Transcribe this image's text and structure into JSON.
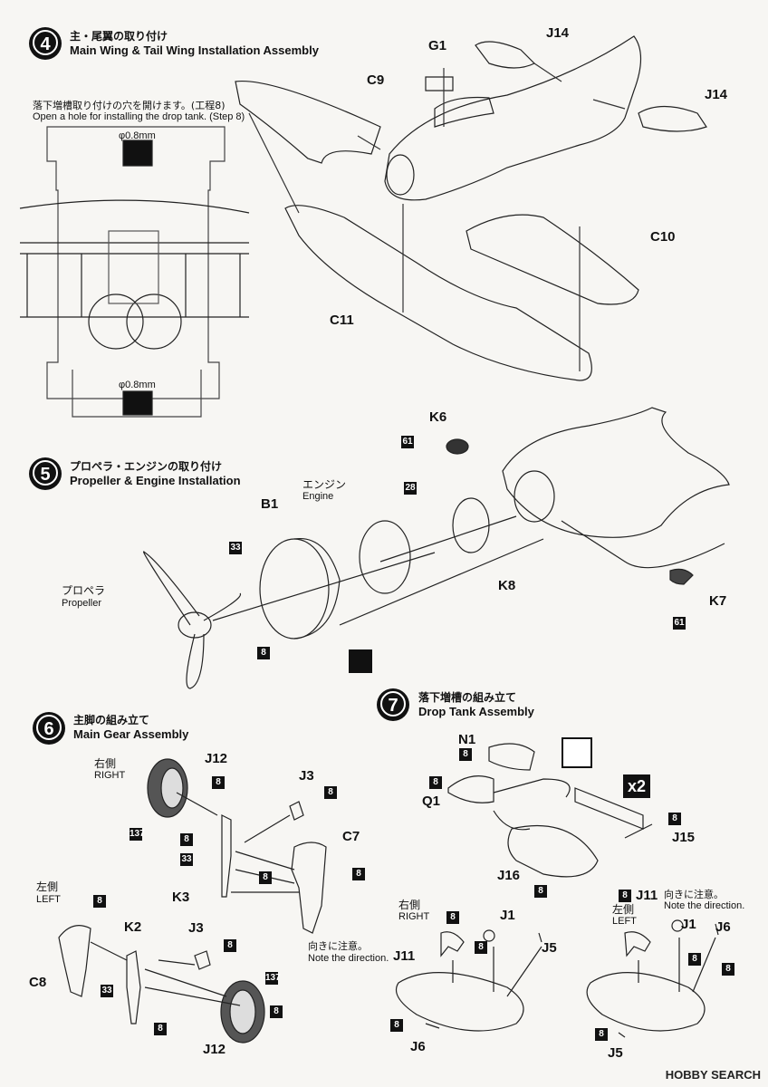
{
  "step4": {
    "num": "4",
    "title_jp": "主・尾翼の取り付け",
    "title_en": "Main Wing & Tail Wing Installation Assembly",
    "note_jp": "落下増槽取り付けの穴を開けます。(工程8)",
    "note_en": "Open a hole for installing the drop tank. (Step 8)",
    "hole_top": "φ0.8mm",
    "hole_bottom": "φ0.8mm",
    "parts": {
      "c9": "C9",
      "g1": "G1",
      "j14a": "J14",
      "j14b": "J14",
      "c10": "C10",
      "c11": "C11"
    }
  },
  "step5": {
    "num": "5",
    "title_jp": "プロペラ・エンジンの取り付け",
    "title_en": "Propeller & Engine Installation",
    "engine_jp": "エンジン",
    "engine_en": "Engine",
    "prop_jp": "プロペラ",
    "prop_en": "Propeller",
    "parts": {
      "k6": "K6",
      "b1": "B1",
      "k8": "K8",
      "k7": "K7"
    },
    "paints": {
      "p61a": "61",
      "p28": "28",
      "p33": "33",
      "p8": "8",
      "p61b": "61"
    }
  },
  "step6": {
    "num": "6",
    "title_jp": "主脚の組み立て",
    "title_en": "Main Gear Assembly",
    "right_jp": "右側",
    "right_en": "RIGHT",
    "left_jp": "左側",
    "left_en": "LEFT",
    "note_jp": "向きに注意。",
    "note_en": "Note the direction.",
    "parts": {
      "j12a": "J12",
      "j3a": "J3",
      "c7": "C7",
      "k3": "K3",
      "k2": "K2",
      "j3b": "J3",
      "c8": "C8",
      "j12b": "J12"
    },
    "paints": {
      "p8": "8",
      "p137": "137",
      "p33": "33"
    }
  },
  "step7": {
    "num": "7",
    "title_jp": "落下増槽の組み立て",
    "title_en": "Drop Tank Assembly",
    "x2": "x2",
    "right_jp": "右側",
    "right_en": "RIGHT",
    "left_jp": "左側",
    "left_en": "LEFT",
    "note_jp": "向きに注意。",
    "note_en": "Note the direction.",
    "parts": {
      "n1": "N1",
      "q1": "Q1",
      "j15": "J15",
      "j16": "J16",
      "j1a": "J1",
      "j11a": "J11",
      "j5a": "J5",
      "j6a": "J6",
      "j11b": "J11",
      "j1b": "J1",
      "j6b": "J6",
      "j5b": "J5"
    },
    "paints": {
      "p8": "8"
    }
  },
  "watermark": "HOBBY SEARCH"
}
